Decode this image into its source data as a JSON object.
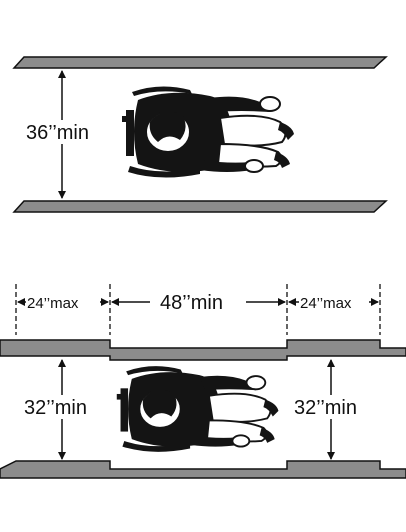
{
  "colors": {
    "wall_fill": "#8c8c8c",
    "line": "#111111",
    "figure": "#141414"
  },
  "top_panel": {
    "width_label": "36’’min",
    "figure_icon": "wheelchair-user-icon"
  },
  "bottom_panel": {
    "left_segment_label": "24’’max",
    "middle_segment_label": "48’’min",
    "right_segment_label": "24’’max",
    "left_width_label": "32’’min",
    "right_width_label": "32’’min",
    "figure_icon": "wheelchair-user-icon"
  }
}
